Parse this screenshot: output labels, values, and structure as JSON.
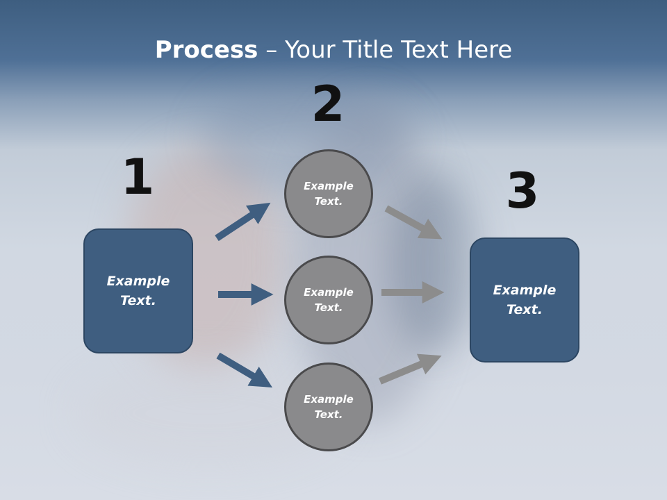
{
  "title": {
    "bold": "Process",
    "rest": " – Your Title Text Here"
  },
  "steps": {
    "one": "1",
    "two": "2",
    "three": "3"
  },
  "boxes": {
    "left": "Example\nText.",
    "right": "Example\nText."
  },
  "circles": {
    "top": "Example\nText.",
    "middle": "Example\nText.",
    "bottom": "Example\nText."
  },
  "colors": {
    "box": "#3f5e80",
    "circle": "#8a8a8c",
    "arrow_blue": "#3f5e80",
    "arrow_gray": "#8c8c8c"
  }
}
